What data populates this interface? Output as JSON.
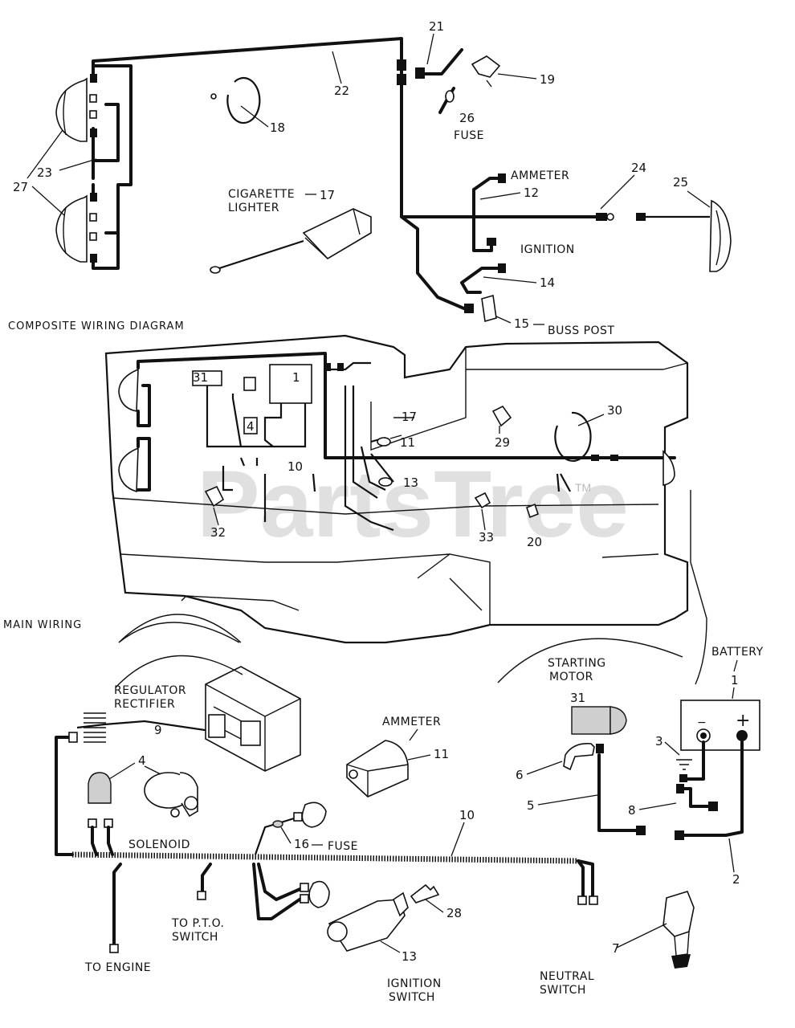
{
  "sections": {
    "composite": "COMPOSITE WIRING DIAGRAM",
    "main": "MAIN WIRING"
  },
  "labels": {
    "cigarette_lighter_1": "CIGARETTE",
    "cigarette_lighter_2": "LIGHTER",
    "fuse_top": "FUSE",
    "ammeter_top": "AMMETER",
    "ignition_top": "IGNITION",
    "buss_post": "BUSS POST",
    "regulator_1": "REGULATOR",
    "regulator_2": "RECTIFIER",
    "solenoid": "SOLENOID",
    "ammeter_bottom": "AMMETER",
    "fuse_bottom": "FUSE",
    "starting_motor_1": "STARTING",
    "starting_motor_2": "MOTOR",
    "battery": "BATTERY",
    "battery_minus": "−",
    "battery_plus": "+",
    "to_pto_1": "TO P.T.O.",
    "to_pto_2": "SWITCH",
    "to_engine": "TO ENGINE",
    "ignition_switch_1": "IGNITION",
    "ignition_switch_2": "SWITCH",
    "neutral_switch_1": "NEUTRAL",
    "neutral_switch_2": "SWITCH"
  },
  "callouts": {
    "n1": "1",
    "n2": "2",
    "n3": "3",
    "n4": "4",
    "n5": "5",
    "n6": "6",
    "n7": "7",
    "n8": "8",
    "n9": "9",
    "n10": "10",
    "n11": "11",
    "n12": "12",
    "n13": "13",
    "n14": "14",
    "n15": "15",
    "n16": "16",
    "n17": "17",
    "n18": "18",
    "n19": "19",
    "n20": "20",
    "n21": "21",
    "n22": "22",
    "n23": "23",
    "n24": "24",
    "n25": "25",
    "n26": "26",
    "n27": "27",
    "n28": "28",
    "n29": "29",
    "n30": "30",
    "tractor_1": "1",
    "tractor_4": "4",
    "tractor_10": "10",
    "tractor_11": "11",
    "tractor_13": "13",
    "tractor_17": "17",
    "tractor_20": "20",
    "tractor_29": "29",
    "tractor_30": "30",
    "tractor_31": "31",
    "tractor_32": "32",
    "tractor_33": "33",
    "motor_31": "31"
  },
  "watermark": {
    "text": "PartsTree",
    "tm": "TM"
  }
}
